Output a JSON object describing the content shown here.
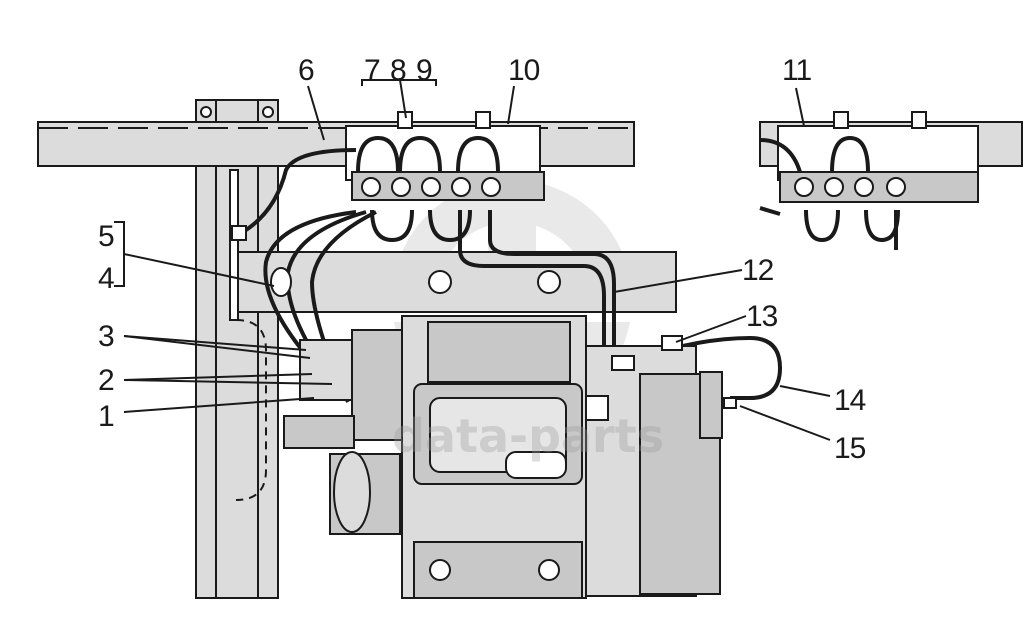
{
  "diagram": {
    "callouts": {
      "c1": "1",
      "c2": "2",
      "c3": "3",
      "c4": "4",
      "c5": "5",
      "c6": "6",
      "c7": "7",
      "c8": "8",
      "c9": "9",
      "c10": "10",
      "c11": "11",
      "c12": "12",
      "c13": "13",
      "c14": "14",
      "c15": "15"
    },
    "watermark": {
      "text": "data-parts"
    },
    "colors": {
      "line": "#1a1a1a",
      "frame_fill": "#dcdcdc",
      "part_fill": "#c8c8c8",
      "white": "#ffffff"
    }
  }
}
